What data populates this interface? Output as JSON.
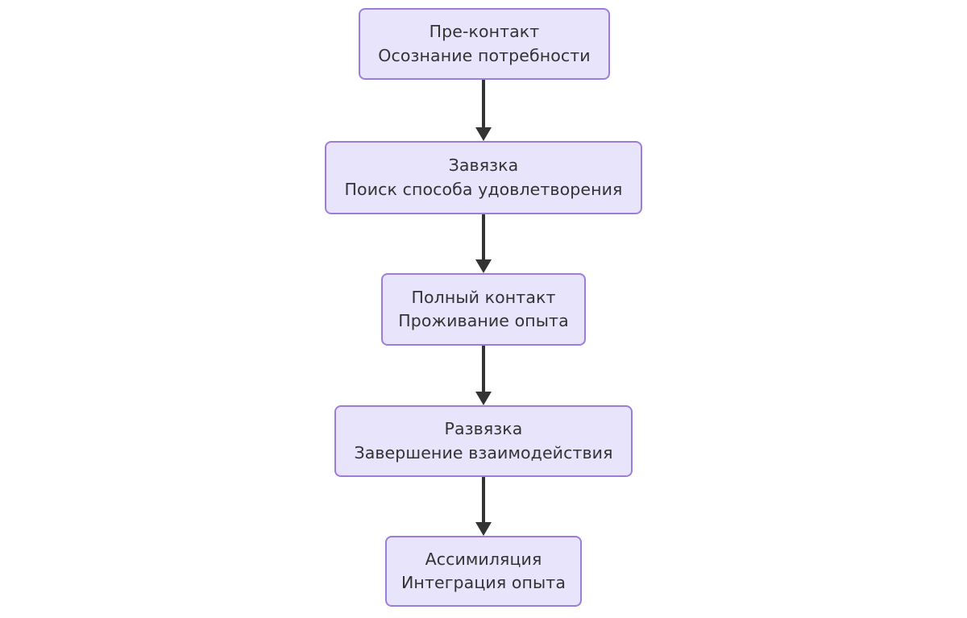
{
  "diagram": {
    "type": "flowchart",
    "orientation": "top-to-bottom",
    "background_color": "#ffffff",
    "node_fill_color": "#e8e4fb",
    "node_border_color": "#9d7ddb",
    "node_text_color": "#333333",
    "arrow_color": "#333333",
    "nodes": [
      {
        "id": "node-1",
        "title": "Пре-контакт",
        "subtitle": "Осознание потребности"
      },
      {
        "id": "node-2",
        "title": "Завязка",
        "subtitle": "Поиск способа удовлетворения"
      },
      {
        "id": "node-3",
        "title": "Полный контакт",
        "subtitle": "Проживание опыта"
      },
      {
        "id": "node-4",
        "title": "Развязка",
        "subtitle": "Завершение взаимодействия"
      },
      {
        "id": "node-5",
        "title": "Ассимиляция",
        "subtitle": "Интеграция опыта"
      }
    ],
    "edges": [
      {
        "id": "arrow-1",
        "from": "node-1",
        "to": "node-2",
        "label": ""
      },
      {
        "id": "arrow-2",
        "from": "node-2",
        "to": "node-3",
        "label": ""
      },
      {
        "id": "arrow-3",
        "from": "node-3",
        "to": "node-4",
        "label": ""
      },
      {
        "id": "arrow-4",
        "from": "node-4",
        "to": "node-5",
        "label": ""
      }
    ]
  }
}
